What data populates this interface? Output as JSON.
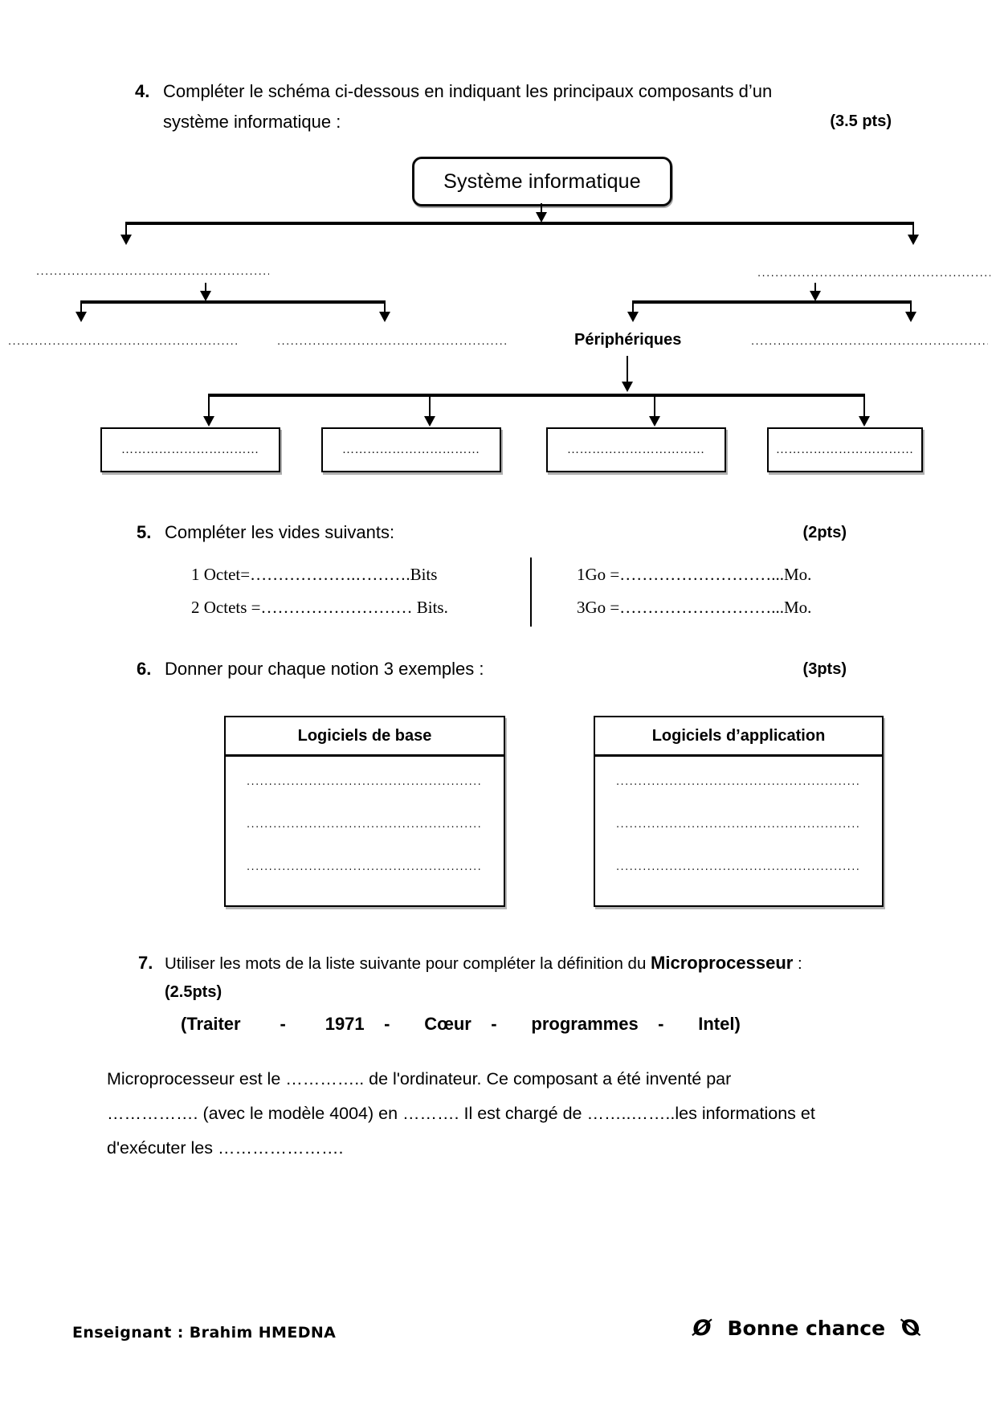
{
  "q4": {
    "number": "4.",
    "line1": "Compléter le schéma ci-dessous en indiquant les principaux composants d’un",
    "line2": "système informatique :",
    "points": "(3.5 pts)"
  },
  "diagram": {
    "root_label": "Système informatique",
    "peripheriques_label": "Périphériques",
    "blank_dots": "................................................................................",
    "leaf_blank_dots": "……………………………………………………"
  },
  "q5": {
    "number": "5.",
    "title": "Compléter les vides suivants:",
    "points": "(2pts)",
    "left_rows": [
      "1 Octet=……………….……….Bits",
      "2 Octets =……………………… Bits."
    ],
    "right_rows": [
      "1Go =………………………...Mo.",
      "3Go =………………………...Mo."
    ]
  },
  "q6": {
    "number": "6.",
    "title": "Donner pour chaque notion 3  exemples :",
    "points": "(3pts)",
    "tables": [
      {
        "header": "Logiciels de base",
        "rows": [
          "................................................................................",
          "................................................................................",
          "................................................................................"
        ]
      },
      {
        "header": "Logiciels d’application",
        "rows": [
          "................................................................................",
          "................................................................................",
          "................................................................................"
        ]
      }
    ]
  },
  "q7": {
    "number": "7.",
    "title_prefix": "Utiliser les mots de la liste suivante pour compléter la définition du ",
    "title_bold": "Microprocesseur",
    "title_suffix": "  :",
    "points": "(2.5pts)",
    "word_bank": "(Traiter        -        1971    -       Cœur    -       programmes    -       Intel)",
    "paragraph_line1": "Microprocesseur  est le ………….. de l'ordinateur. Ce composant a été inventé par",
    "paragraph_line2": "……………. (avec le modèle 4004) en ………. Il est chargé de ……..……..les informations et",
    "paragraph_line3": "d'exécuter les  …………………."
  },
  "footer": {
    "teacher": "Enseignant : Brahim HMEDNA",
    "wish": "Bonne  chance",
    "ornament_left": "Ø",
    "ornament_right": "Ø"
  }
}
